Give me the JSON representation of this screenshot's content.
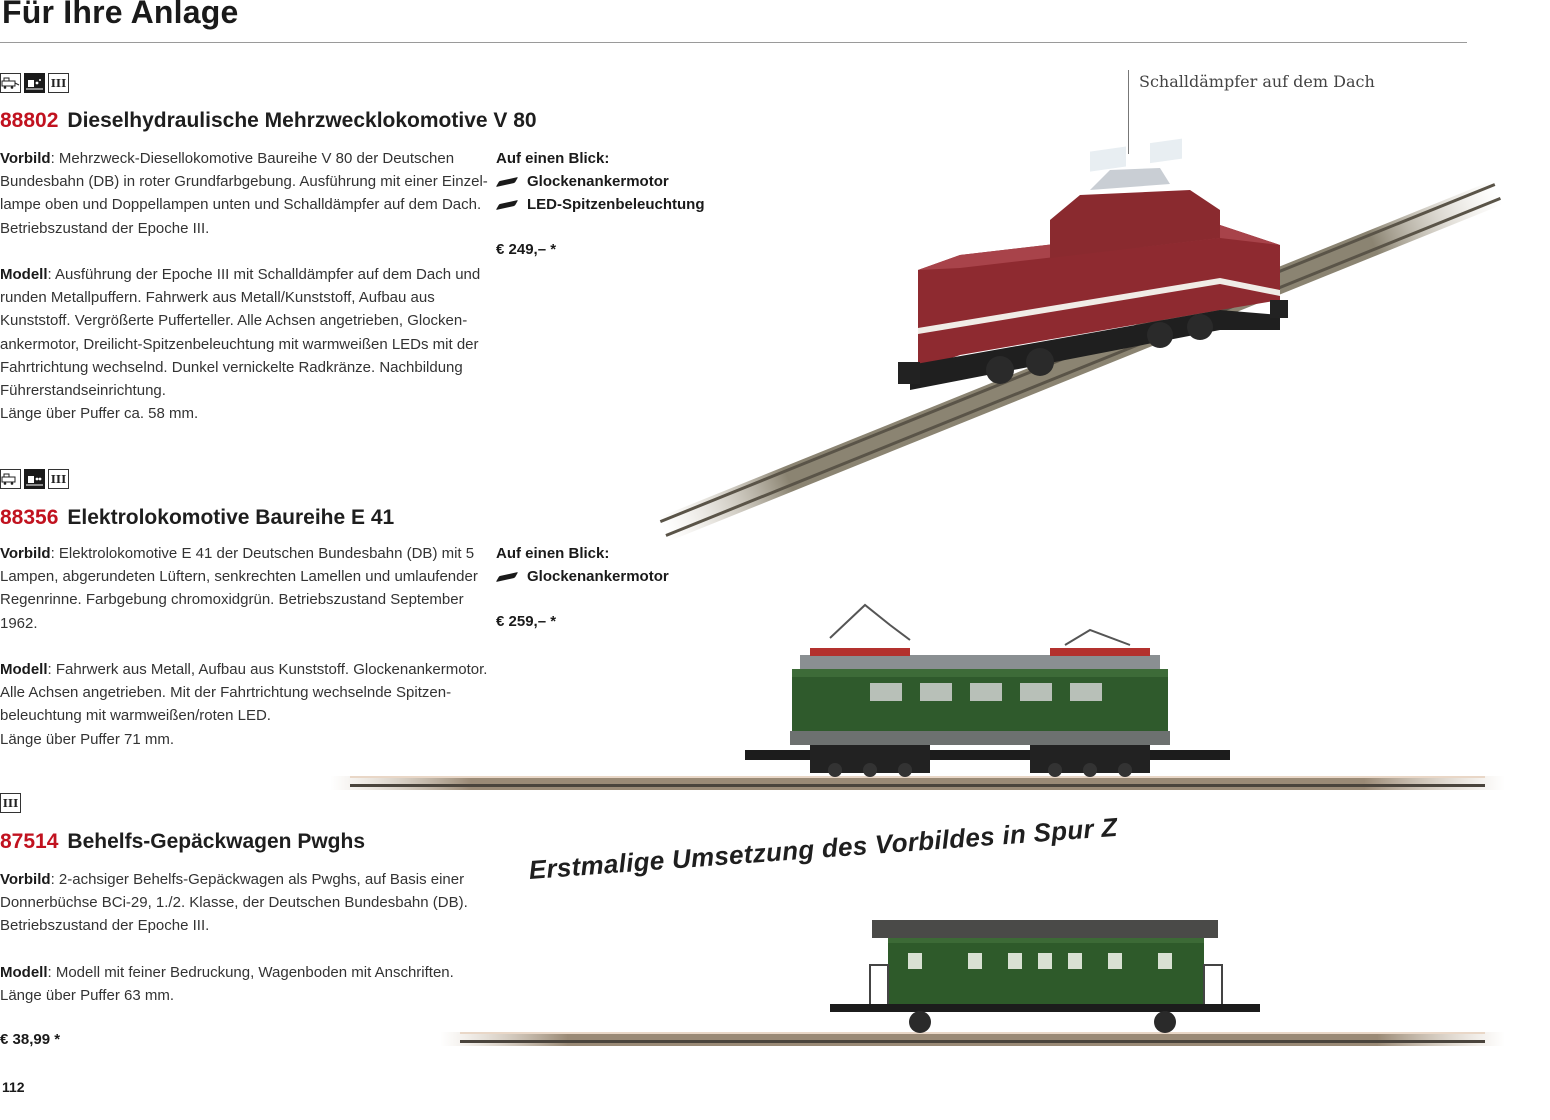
{
  "header": {
    "title": "Für Ihre Anlage"
  },
  "callout": "Schalldämpfer auf dem Dach",
  "banner": "Erstmalige Umsetzung des Vorbildes in Spur Z",
  "page_number": "112",
  "products": [
    {
      "era": "III",
      "number": "88802",
      "name": "Dieselhydraulische Mehrzwecklokomotive V 80",
      "vorbild_label": "Vorbild",
      "vorbild_text": ": Mehrzweck-Diesellokomotive Baureihe V 80 der Deutschen Bundesbahn (DB) in roter Grundfarbgebung. Ausführung mit einer Einzel-lampe oben und Doppellampen unten und Schalldämpfer auf dem Dach. Betriebszustand der Epoche III.",
      "modell_label": "Modell",
      "modell_text": ": Ausführung der Epoche III mit Schalldämpfer auf dem Dach und runden Metallpuffern. Fahrwerk aus Metall/Kunststoff, Aufbau aus Kunststoff. Vergrößerte Pufferteller. Alle Achsen angetrieben, Glocken-ankermotor, Dreilicht-Spitzenbeleuchtung mit warmweißen LEDs mit der Fahrtrichtung wechselnd. Dunkel vernickelte Radkränze. Nachbildung Führerstandseinrichtung.",
      "laenge": "Länge über Puffer ca. 58 mm.",
      "glance_title": "Auf einen Blick:",
      "glance_items": [
        "Glockenankermotor",
        "LED-Spitzenbeleuchtung"
      ],
      "price": "€ 249,– *"
    },
    {
      "era": "III",
      "number": "88356",
      "name": "Elektrolokomotive Baureihe E 41",
      "vorbild_label": "Vorbild",
      "vorbild_text": ": Elektrolokomotive E 41 der Deutschen Bundesbahn (DB) mit 5 Lampen, abgerundeten Lüftern, senkrechten Lamellen und umlaufender Regenrinne. Farbgebung chromoxidgrün. Betriebszustand September 1962.",
      "modell_label": "Modell",
      "modell_text": ": Fahrwerk aus Metall, Aufbau aus Kunststoff. Glockenankermotor. Alle Achsen angetrieben. Mit der Fahrtrichtung wechselnde Spitzen-beleuchtung mit warmweißen/roten LED.",
      "laenge": "Länge über Puffer 71 mm.",
      "glance_title": "Auf einen Blick:",
      "glance_items": [
        "Glockenankermotor"
      ],
      "price": "€ 259,– *"
    },
    {
      "era": "III",
      "number": "87514",
      "name": "Behelfs-Gepäckwagen Pwghs",
      "vorbild_label": "Vorbild",
      "vorbild_text": ": 2-achsiger Behelfs-Gepäckwagen als Pwghs, auf Basis einer Donnerbüchse BCi-29, 1./2. Klasse, der Deutschen Bundesbahn (DB). Betriebszustand der Epoche III.",
      "modell_label": "Modell",
      "modell_text": ": Modell mit feiner Bedruckung, Wagenboden mit Anschriften.",
      "laenge": "Länge über Puffer 63 mm.",
      "price": "€ 38,99 *"
    }
  ],
  "colors": {
    "accent_red": "#c1121f",
    "v80_body": "#8e2a30",
    "e41_body": "#2f5a2c",
    "wagon_body": "#2e5a2a"
  },
  "icons": [
    "locomotive-icon",
    "lighting-icon",
    "era-icon"
  ]
}
